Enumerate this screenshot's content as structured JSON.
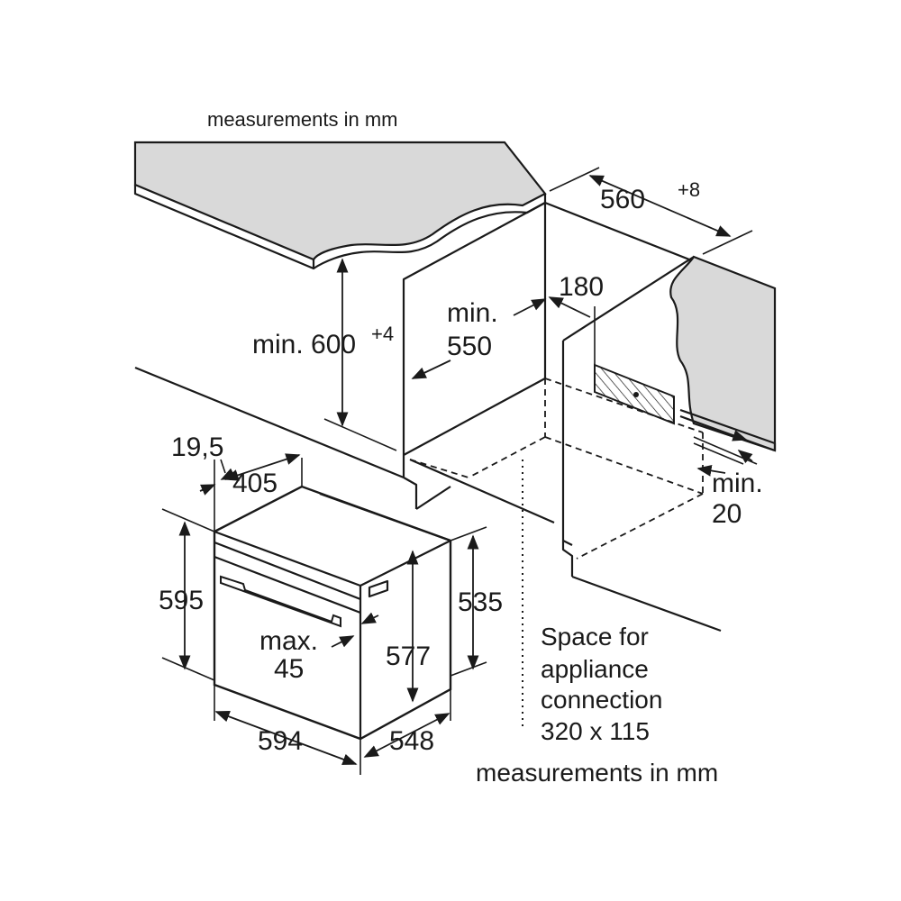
{
  "header_note": "measurements in mm",
  "footer_note": "measurements in mm",
  "dimensions": {
    "niche_width": "560",
    "niche_width_tol": "+8",
    "niche_height": "min. 600",
    "niche_height_tol": "+4",
    "niche_depth_a": "min.",
    "niche_depth_b": "550",
    "rear_gap": "180",
    "bottom_gap_a": "min.",
    "bottom_gap_b": "20",
    "front_offset": "19,5",
    "panel_depth": "405",
    "oven_height": "595",
    "oven_inner_height": "577",
    "oven_body_height": "535",
    "handle_a": "max.",
    "handle_b": "45",
    "oven_width": "594",
    "oven_depth": "548"
  },
  "connection_note": [
    "Space for",
    "appliance",
    "connection",
    "320 x 115"
  ]
}
